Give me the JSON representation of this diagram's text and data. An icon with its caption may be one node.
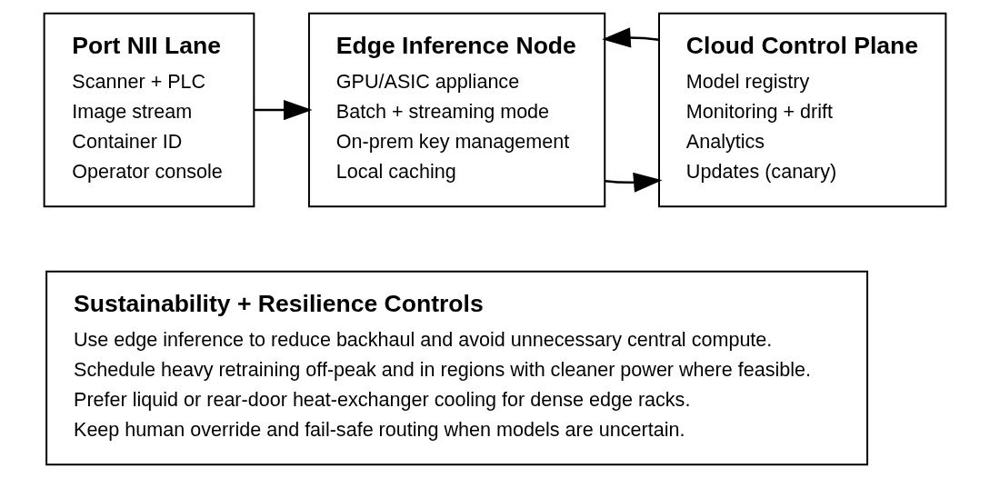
{
  "diagram": {
    "nodes": [
      {
        "text": [
          "Port NII Lane",
          "Scanner + PLC",
          "Image stream",
          "Container ID",
          "Operator console"
        ]
      },
      {
        "text": [
          "Edge Inference Node",
          "GPU/ASIC appliance",
          "Batch + streaming mode",
          "On-prem key management",
          "Local caching"
        ]
      },
      {
        "text": [
          "Cloud Control Plane",
          "Model registry",
          "Monitoring + drift",
          "Analytics",
          "Updates (canary)"
        ]
      },
      {
        "text": [
          "Sustainability + Resilience Controls",
          "Use edge inference to reduce backhaul and avoid unnecessary central compute.",
          "Schedule heavy retraining off-peak and in regions with cleaner power where feasible.",
          "Prefer liquid or rear-door heat-exchanger cooling for dense edge racks.",
          "Keep human override and fail-safe routing when models are uncertain."
        ]
      }
    ],
    "edges": [
      {
        "from": 0,
        "to": 1,
        "arrow": "to"
      },
      {
        "from": 1,
        "to": 2,
        "arrow": "to"
      },
      {
        "from": 2,
        "to": 1,
        "arrow": "to"
      }
    ]
  }
}
